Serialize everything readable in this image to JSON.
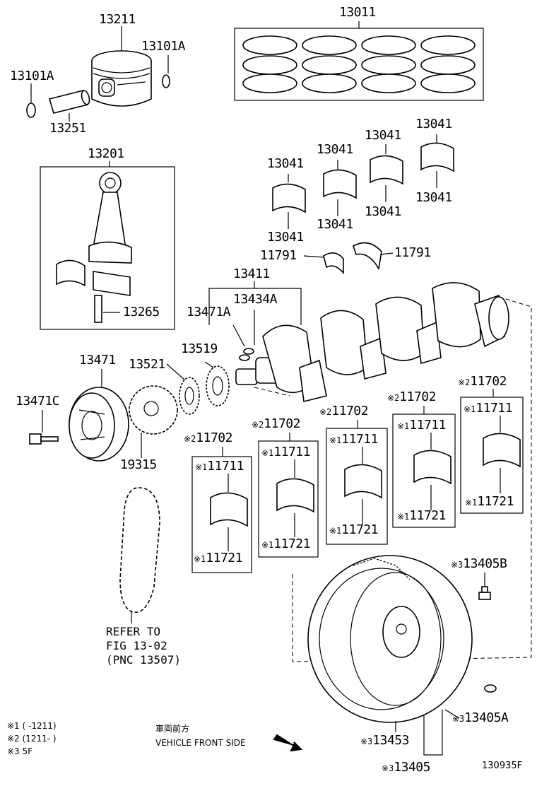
{
  "figure_id": "130935F",
  "labels": {
    "p13211": "13211",
    "p13101A_a": "13101A",
    "p13101A_b": "13101A",
    "p13251": "13251",
    "p13011": "13011",
    "p13201": "13201",
    "p13265": "13265",
    "p13041_1": "13041",
    "p13041_2": "13041",
    "p13041_3": "13041",
    "p13041_4": "13041",
    "p13041_5": "13041",
    "p13041_6": "13041",
    "p13041_7": "13041",
    "p13041_8": "13041",
    "p11791_a": "11791",
    "p11791_b": "11791",
    "p13411": "13411",
    "p13434A": "13434A",
    "p13471A": "13471A",
    "p13519": "13519",
    "p13521": "13521",
    "p13471": "13471",
    "p13471C": "13471C",
    "p19315": "19315",
    "p11702_1": "11702",
    "p11702_2": "11702",
    "p11702_3": "11702",
    "p11702_4": "11702",
    "p11702_5": "11702",
    "p11711_1": "11711",
    "p11711_2": "11711",
    "p11711_3": "11711",
    "p11711_4": "11711",
    "p11711_5": "11711",
    "p11721_1": "11721",
    "p11721_2": "11721",
    "p11721_3": "11721",
    "p11721_4": "11721",
    "p11721_5": "11721",
    "p13405B": "13405B",
    "p13405A": "13405A",
    "p13453": "13453",
    "p13405": "13405"
  },
  "marks": {
    "m1": "※1",
    "m2": "※2",
    "m3": "※3"
  },
  "refer": {
    "line1": "REFER TO",
    "line2": "FIG 13-02",
    "line3": "(PNC 13507)"
  },
  "footnotes": {
    "n1": "※1 (       -1211)",
    "n2": "※2 (1211-       )",
    "n3": "※3 5F"
  },
  "direction": {
    "jp": "車両前方",
    "en": "VEHICLE FRONT SIDE"
  }
}
